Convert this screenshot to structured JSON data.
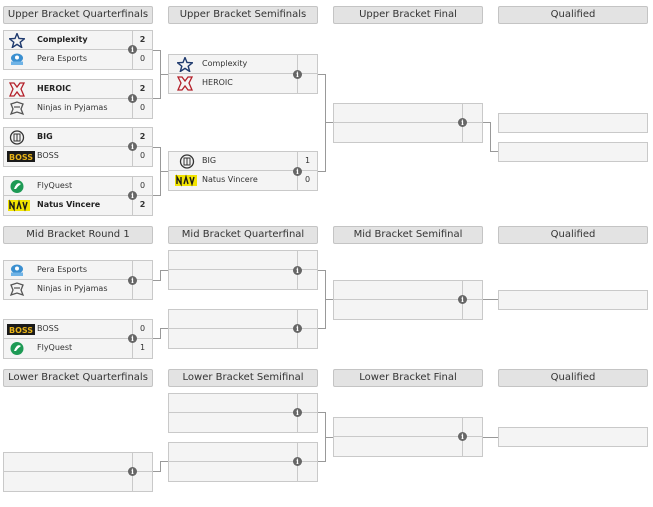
{
  "headers": {
    "ub_qf": "Upper Bracket Quarterfinals",
    "ub_sf": "Upper Bracket Semifinals",
    "ub_f": "Upper Bracket Final",
    "ub_q": "Qualified",
    "mb_r1": "Mid Bracket Round 1",
    "mb_qf": "Mid Bracket Quarterfinal",
    "mb_sf": "Mid Bracket Semifinal",
    "mb_q": "Qualified",
    "lb_qf": "Lower Bracket Quarterfinals",
    "lb_sf": "Lower Bracket Semifinal",
    "lb_f": "Lower Bracket Final",
    "lb_q": "Qualified"
  },
  "info_glyph": "i",
  "upper": {
    "qf": [
      {
        "team1": {
          "name": "Complexity",
          "score": "2",
          "logo": "complexity-star-logo"
        },
        "team2": {
          "name": "Pera Esports",
          "score": "0",
          "logo": "pera-esports-logo"
        }
      },
      {
        "team1": {
          "name": "HEROIC",
          "score": "2",
          "logo": "heroic-logo"
        },
        "team2": {
          "name": "Ninjas in Pyjamas",
          "score": "0",
          "logo": "nip-logo"
        }
      },
      {
        "team1": {
          "name": "BIG",
          "score": "2",
          "logo": "big-logo"
        },
        "team2": {
          "name": "BOSS",
          "score": "0",
          "logo": "boss-logo"
        }
      },
      {
        "team1": {
          "name": "FlyQuest",
          "score": "0",
          "logo": "flyquest-logo"
        },
        "team2": {
          "name": "Natus Vincere",
          "score": "2",
          "logo": "navi-logo"
        }
      }
    ],
    "sf": [
      {
        "team1": {
          "name": "Complexity",
          "score": "",
          "logo": "complexity-star-logo"
        },
        "team2": {
          "name": "HEROIC",
          "score": "",
          "logo": "heroic-logo"
        }
      },
      {
        "team1": {
          "name": "BIG",
          "score": "1",
          "logo": "big-logo"
        },
        "team2": {
          "name": "Natus Vincere",
          "score": "0",
          "logo": "navi-logo"
        }
      }
    ]
  },
  "mid": {
    "r1": [
      {
        "team1": {
          "name": "Pera Esports",
          "score": "",
          "logo": "pera-esports-logo"
        },
        "team2": {
          "name": "Ninjas in Pyjamas",
          "score": "",
          "logo": "nip-logo"
        }
      },
      {
        "team1": {
          "name": "BOSS",
          "score": "0",
          "logo": "boss-logo"
        },
        "team2": {
          "name": "FlyQuest",
          "score": "1",
          "logo": "flyquest-logo"
        }
      }
    ]
  },
  "colors": {
    "complexity": "#1f3a6e",
    "pera": "#3a8fd0",
    "heroic": "#b4202a",
    "boss": "#1a1a1a",
    "boss_text": "#e8b317",
    "navi_bg": "#1a1a1a",
    "navi_yellow": "#f2e400",
    "flyquest": "#1e9a55"
  }
}
